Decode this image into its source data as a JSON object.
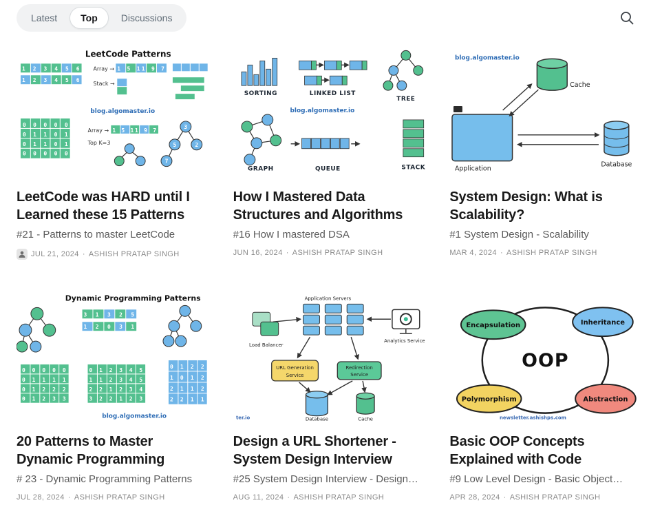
{
  "ui": {
    "dot": "·"
  },
  "header": {
    "tabs": [
      {
        "label": "Latest",
        "active": false
      },
      {
        "label": "Top",
        "active": true
      },
      {
        "label": "Discussions",
        "active": false
      }
    ],
    "search_icon": "search-icon"
  },
  "colors": {
    "green": "#53C08F",
    "blue": "#6FB5E8",
    "yellow": "#F5D76B",
    "red": "#F0897E",
    "watermark_blue": "#2d6cb5"
  },
  "posts": [
    {
      "title": "LeetCode was HARD until I Learned these 15 Patterns",
      "subtitle": "#21 - Patterns to master LeetCode",
      "date": "JUL 21, 2024",
      "author": "ASHISH PRATAP SINGH",
      "thumb": {
        "heading": "LeetCode Patterns",
        "watermark": "blog.algomaster.io",
        "array_label": "Array →",
        "array_label2": "Array →",
        "stack_label": "Stack →",
        "topk_label": "Top K=3",
        "cells_row1": "1 2 3 4 5 6",
        "cells_row2": "1 2 3 4 5 6",
        "array_cells": "1 5 11 9 7",
        "array_cells2": "1 5 11 9 7",
        "grid_rows": [
          "0 0 0 0 0",
          "0 1 1 0 1",
          "0 1 1 0 1",
          "0 0 0 0 0"
        ],
        "tree": {
          "v1": "3",
          "v2": "5",
          "v3": "2",
          "v4": "7"
        }
      }
    },
    {
      "title": "How I Mastered Data Structures and Algorithms",
      "subtitle": "#16 How I mastered DSA",
      "date": "JUN 16, 2024",
      "author": "ASHISH PRATAP SINGH",
      "thumb": {
        "watermark": "blog.algomaster.io",
        "labels": {
          "sorting": "SORTING",
          "linked_list": "LINKED LIST",
          "tree": "TREE",
          "graph": "GRAPH",
          "queue": "QUEUE",
          "stack": "STACK"
        }
      }
    },
    {
      "title": "System Design: What is Scalability?",
      "subtitle": "#1 System Design - Scalability",
      "date": "MAR 4, 2024",
      "author": "ASHISH PRATAP SINGH",
      "thumb": {
        "watermark": "blog.algomaster.io",
        "labels": {
          "cache": "Cache",
          "application": "Application",
          "database": "Database"
        }
      }
    },
    {
      "title": "20 Patterns to Master Dynamic Programming",
      "subtitle": "# 23 - Dynamic Programming Patterns",
      "date": "JUL 28, 2024",
      "author": "ASHISH PRATAP SINGH",
      "thumb": {
        "heading": "Dynamic Programming Patterns",
        "watermark": "blog.algomaster.io",
        "row1": "3 1 3 2 5",
        "row2": "1 2 0 3 1",
        "grid_a": [
          "0 0 0 0 0",
          "0 1 1 1 1",
          "0 1 2 2 2",
          "0 1 2 3 3"
        ],
        "grid_b": [
          "0 1 2 3 4 5",
          "1 1 2 3 4 5",
          "2 2 1 2 3 4",
          "3 2 2 1 2 3"
        ],
        "grid_c": [
          "0 1 2 2",
          "1 0 1 2",
          "2 1 1 2",
          "2 2 1 1"
        ]
      }
    },
    {
      "title": "Design a URL Shortener - System Design Interview",
      "subtitle": "#25 System Design Interview - Design…",
      "date": "AUG 11, 2024",
      "author": "ASHISH PRATAP SINGH",
      "thumb": {
        "watermark": "ter.io",
        "labels": {
          "app_servers": "Application Servers",
          "load_balancer": "Load Balancer",
          "analytics": "Analytics Service",
          "url_gen_line1": "URL Generation",
          "url_gen_line2": "Service",
          "redirect_line1": "Redirection",
          "redirect_line2": "Service",
          "database": "Database",
          "cache": "Cache"
        }
      }
    },
    {
      "title": "Basic OOP Concepts Explained with Code",
      "subtitle": "#9 Low Level Design - Basic Object…",
      "date": "APR 28, 2024",
      "author": "ASHISH PRATAP SINGH",
      "thumb": {
        "center": "OOP",
        "watermark": "newsletter.ashishps.com",
        "labels": {
          "encapsulation": "Encapsulation",
          "inheritance": "Inheritance",
          "polymorphism": "Polymorphism",
          "abstraction": "Abstraction"
        }
      }
    }
  ]
}
